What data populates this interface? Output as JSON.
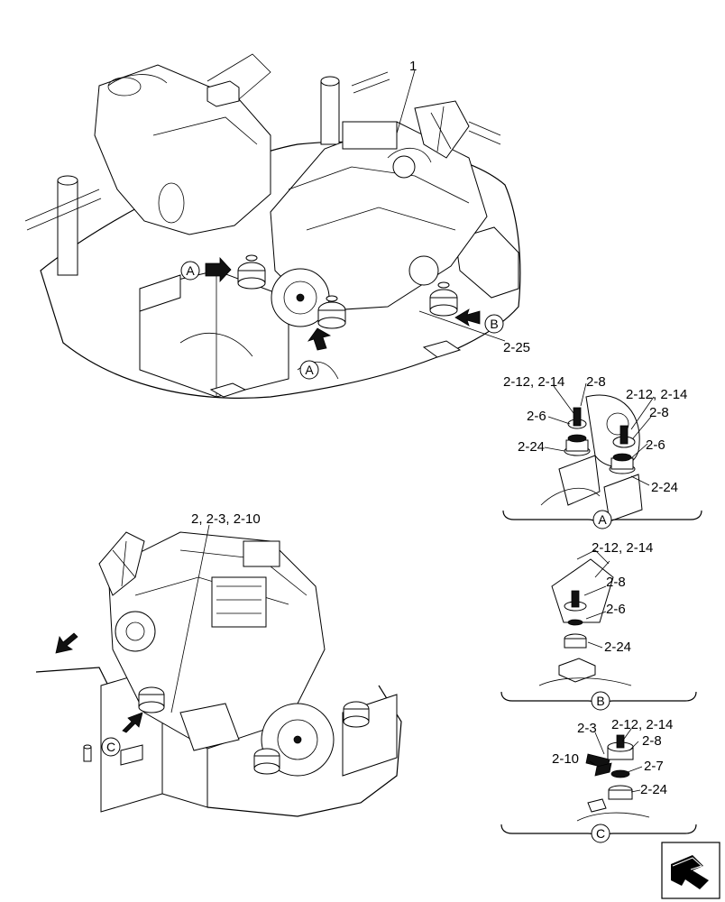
{
  "callouts": {
    "main_top": "1",
    "main_right": "2-25",
    "lower_left": "2, 2-3, 2-10"
  },
  "view_letters": {
    "a": "A",
    "b": "B",
    "c": "C"
  },
  "detail_a": {
    "left_top": "2-12, 2-14",
    "left_mid": "2-8",
    "left_washer": "2-6",
    "left_base": "2-24",
    "right_top": "2-12, 2-14",
    "right_mid": "2-8",
    "right_washer": "2-6",
    "right_base": "2-24",
    "view": "A"
  },
  "detail_b": {
    "top": "2-12, 2-14",
    "mid": "2-8",
    "washer": "2-6",
    "base": "2-24",
    "view": "B"
  },
  "detail_c": {
    "top": "2-12, 2-14",
    "bolt": "2-3",
    "mid": "2-8",
    "bracket": "2-10",
    "washer": "2-7",
    "base": "2-24",
    "view": "C"
  },
  "nav_icon": "next-page-arrow-icon"
}
